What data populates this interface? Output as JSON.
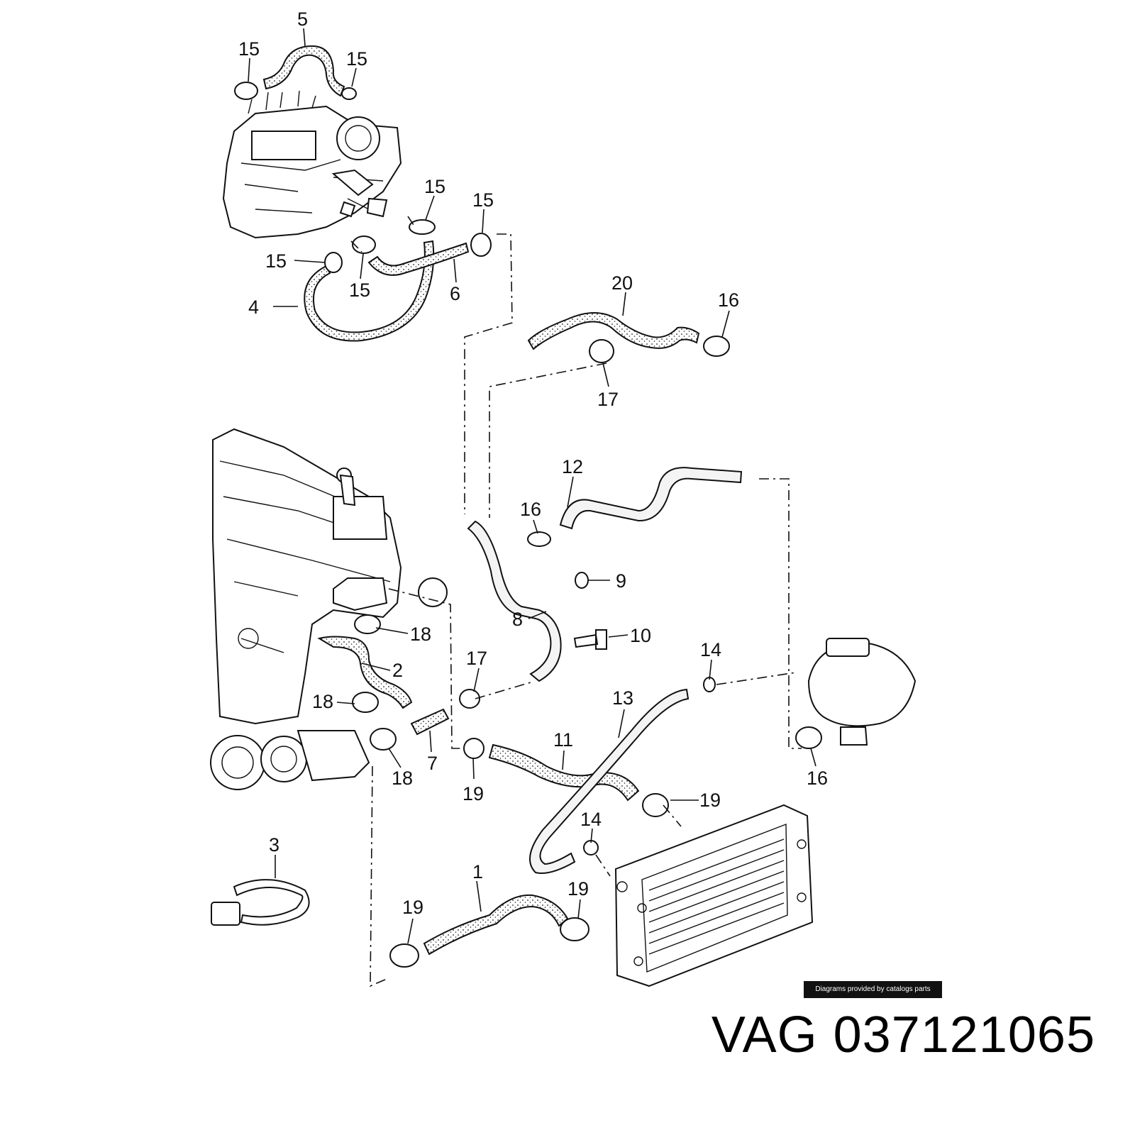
{
  "callouts": [
    {
      "id": "c5",
      "text": "5"
    },
    {
      "id": "c15a",
      "text": "15"
    },
    {
      "id": "c15b",
      "text": "15"
    },
    {
      "id": "c15c",
      "text": "15"
    },
    {
      "id": "c15d",
      "text": "15"
    },
    {
      "id": "c15e",
      "text": "15"
    },
    {
      "id": "c15f",
      "text": "15"
    },
    {
      "id": "c4",
      "text": "4"
    },
    {
      "id": "c6",
      "text": "6"
    },
    {
      "id": "c20",
      "text": "20"
    },
    {
      "id": "c16a",
      "text": "16"
    },
    {
      "id": "c17a",
      "text": "17"
    },
    {
      "id": "c12",
      "text": "12"
    },
    {
      "id": "c16b",
      "text": "16"
    },
    {
      "id": "c9",
      "text": "9"
    },
    {
      "id": "c8",
      "text": "8"
    },
    {
      "id": "c10",
      "text": "10"
    },
    {
      "id": "c18a",
      "text": "18"
    },
    {
      "id": "c2",
      "text": "2"
    },
    {
      "id": "c17b",
      "text": "17"
    },
    {
      "id": "c14a",
      "text": "14"
    },
    {
      "id": "c18b",
      "text": "18"
    },
    {
      "id": "c13",
      "text": "13"
    },
    {
      "id": "c11",
      "text": "11"
    },
    {
      "id": "c7",
      "text": "7"
    },
    {
      "id": "c18c",
      "text": "18"
    },
    {
      "id": "c19a",
      "text": "19"
    },
    {
      "id": "c19b",
      "text": "19"
    },
    {
      "id": "c16c",
      "text": "16"
    },
    {
      "id": "c14b",
      "text": "14"
    },
    {
      "id": "c3",
      "text": "3"
    },
    {
      "id": "c1",
      "text": "1"
    },
    {
      "id": "c19c",
      "text": "19"
    },
    {
      "id": "c19d",
      "text": "19"
    }
  ],
  "credit": "Diagrams provided by catalogs parts",
  "footer": {
    "brand": "VAG",
    "part_number": "037121065"
  }
}
